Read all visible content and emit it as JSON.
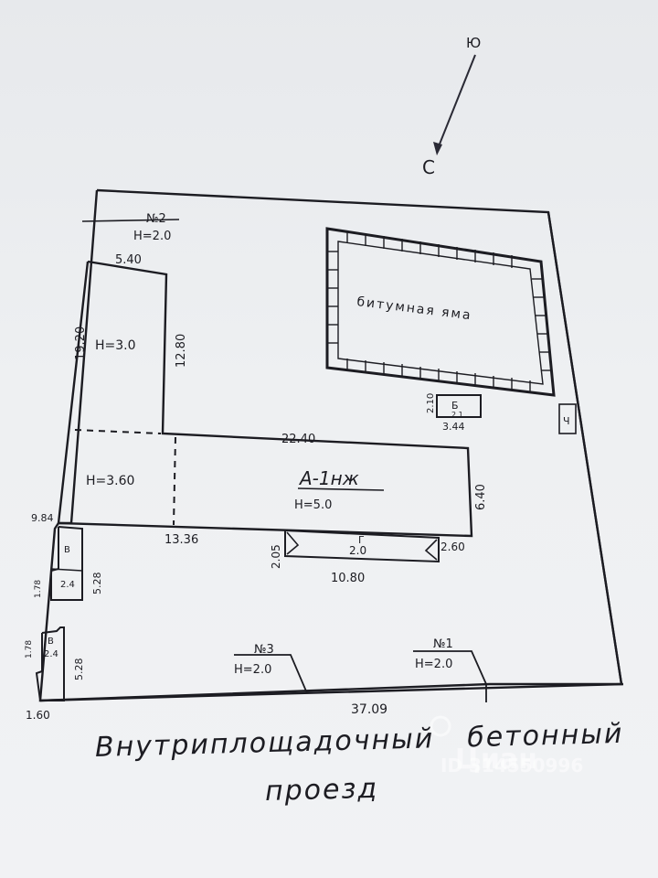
{
  "compass": {
    "north": "С",
    "south": "Ю"
  },
  "buildings": {
    "main": {
      "label": "А-1нж",
      "height": "Н=5.0"
    },
    "wing_upper_height": "Н=3.0",
    "wing_lower_height": "Н=3.60",
    "annex_b": {
      "label": "Б",
      "sub": "2.1"
    },
    "annex_g": {
      "label": "Г",
      "value": "2.0"
    },
    "annex_v_left": {
      "label": "В",
      "value": "2.4"
    },
    "annex_v_left2": {
      "label": "В",
      "value": "2.4"
    },
    "small_right": "Ч"
  },
  "structures": {
    "pit": "битумная яма",
    "fence2": {
      "label": "№2",
      "height": "Н=2.0"
    },
    "fence3": {
      "label": "№3",
      "height": "Н=2.0"
    },
    "fence1": {
      "label": "№1",
      "height": "Н=2.0"
    }
  },
  "dimensions": {
    "top_wing_width": "5.40",
    "left_side": "19.20",
    "wing_depth": "12.80",
    "main_length": "22.40",
    "main_right": "6.40",
    "lower_left": "13.36",
    "left_step": "9.84",
    "annex_g_depth": "2.05",
    "annex_g_len": "10.80",
    "annex_g_right": "2.60",
    "annex_b_h": "2.10",
    "annex_b_w": "3.44",
    "left_annex1_len": "5.28",
    "left_annex1_h": "1.78",
    "left_annex2_len": "5.28",
    "left_annex2_h": "1.78",
    "bottom_corner": "1.60",
    "bottom_length": "37.09"
  },
  "caption": {
    "word1": "Внутриплощадочный",
    "word2": "бетонный",
    "line2": "проезд"
  },
  "watermark": {
    "brand": "Циан",
    "id": "ID 314550996"
  }
}
